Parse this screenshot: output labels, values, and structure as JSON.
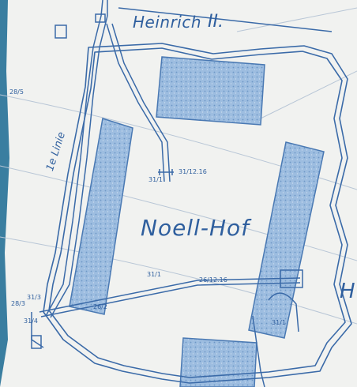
{
  "map": {
    "title": "Heinrich",
    "title_suffix": "II.",
    "center_label": "Noell-Hof",
    "first_line_label": "1e Linie",
    "right_edge_label": "H",
    "annotations": {
      "a_28_5": "28/5",
      "a_31_1_top": "31/1",
      "a_31_12_16_top": "31/12.16",
      "a_31_1_mid": "31/1",
      "a_26_12_16": "26/12.16",
      "a_28_3": "28/3",
      "a_31_3": "31/3",
      "a_31_4": "31/4",
      "a_26_2": "26/2",
      "a_31_1_right": "31/1"
    },
    "colors": {
      "ink": "#2f5f9e",
      "paper": "#f1f2f0",
      "fill": "#8fb3da",
      "left_border": "#1a6a92"
    }
  }
}
